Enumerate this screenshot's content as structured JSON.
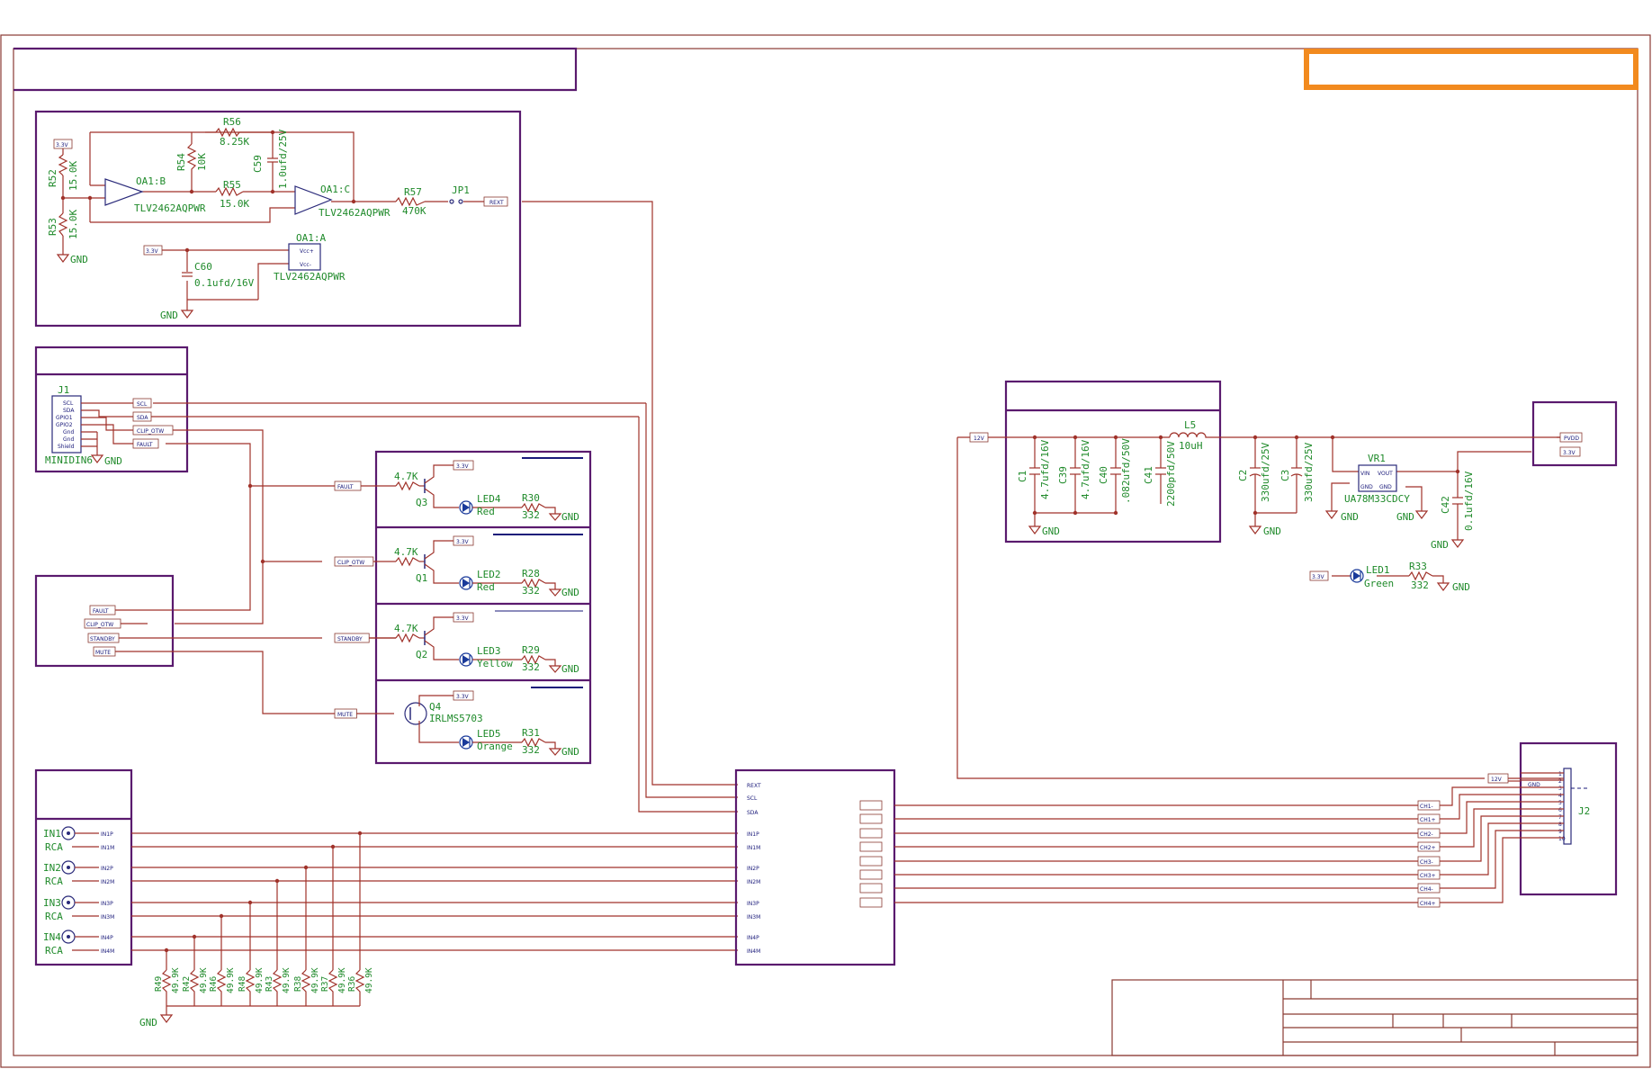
{
  "colors": {
    "wire": "#a0322a",
    "block": "#5a1a6e",
    "title_box": "#f28a1e",
    "label": "#1f8a2a",
    "net": "#1a1a7a"
  },
  "opamp": {
    "r56": {
      "ref": "R56",
      "val": "8.25K"
    },
    "r54": {
      "ref": "R54",
      "val": "10K"
    },
    "c59": {
      "ref": "C59",
      "val": "1.0ufd/25V"
    },
    "r52": {
      "ref": "R52",
      "val": "15.0K"
    },
    "r53": {
      "ref": "R53",
      "val": "15.0K"
    },
    "r55": {
      "ref": "R55",
      "val": "15.0K"
    },
    "oa1b": {
      "ref": "OA1:B",
      "part": "TLV2462AQPWR"
    },
    "oa1c": {
      "ref": "OA1:C",
      "part": "TLV2462AQPWR"
    },
    "oa1a": {
      "ref": "OA1:A",
      "part": "TLV2462AQPWR",
      "vccp": "Vcc+",
      "vccm": "Vcc-"
    },
    "r57": {
      "ref": "R57",
      "val": "470K"
    },
    "jp1": {
      "ref": "JP1"
    },
    "c60": {
      "ref": "C60",
      "val": "0.1ufd/16V"
    },
    "rext": "REXT",
    "v33": "3.3V",
    "gnd": "GND"
  },
  "j1": {
    "ref": "J1",
    "part": "MINIDIN6",
    "pins": [
      "SCL",
      "SDA",
      "GPIO1",
      "GPIO2",
      "Gnd",
      "Gnd",
      "Shield"
    ],
    "nets": [
      "SCL",
      "SDA",
      "CLIP_OTW",
      "FAULT"
    ]
  },
  "ctrl": {
    "nets": [
      "FAULT",
      "CLIP_OTW",
      "STANDBY",
      "MUTE"
    ]
  },
  "leds": [
    {
      "net": "FAULT",
      "r": "4.7K",
      "q": "Q3",
      "led": "LED4",
      "color": "Red",
      "rr": "R30",
      "rv": "332"
    },
    {
      "net": "CLIP_OTW",
      "r": "4.7K",
      "q": "Q1",
      "led": "LED2",
      "color": "Red",
      "rr": "R28",
      "rv": "332"
    },
    {
      "net": "STANDBY",
      "r": "4.7K",
      "q": "Q2",
      "led": "LED3",
      "color": "Yellow",
      "rr": "R29",
      "rv": "332"
    },
    {
      "net": "MUTE",
      "q": "Q4",
      "qpart": "IRLMS5703",
      "led": "LED5",
      "color": "Orange",
      "rr": "R31",
      "rv": "332"
    }
  ],
  "inputs": [
    {
      "ref": "IN1",
      "type": "RCA",
      "p": "IN1P",
      "m": "IN1M"
    },
    {
      "ref": "IN2",
      "type": "RCA",
      "p": "IN2P",
      "m": "IN2M"
    },
    {
      "ref": "IN3",
      "type": "RCA",
      "p": "IN3P",
      "m": "IN3M"
    },
    {
      "ref": "IN4",
      "type": "RCA",
      "p": "IN4P",
      "m": "IN4M"
    }
  ],
  "bias_resistors": [
    {
      "ref": "R49",
      "val": "49.9K"
    },
    {
      "ref": "R42",
      "val": "49.9K"
    },
    {
      "ref": "R46",
      "val": "49.9K"
    },
    {
      "ref": "R48",
      "val": "49.9K"
    },
    {
      "ref": "R43",
      "val": "49.9K"
    },
    {
      "ref": "R38",
      "val": "49.9K"
    },
    {
      "ref": "R37",
      "val": "49.9K"
    },
    {
      "ref": "R36",
      "val": "49.9K"
    }
  ],
  "amp_block": {
    "left": [
      "REXT",
      "SCL",
      "SDA",
      "IN1P",
      "IN1M",
      "IN2P",
      "IN2M",
      "IN3P",
      "IN3M",
      "IN4P",
      "IN4M"
    ],
    "right": [
      "CH1-",
      "CH1+",
      "CH2-",
      "CH2+",
      "CH3-",
      "CH3+",
      "CH4-",
      "CH4+"
    ]
  },
  "j2": {
    "ref": "J2",
    "nets": [
      "12V",
      "GND",
      "CH1-",
      "CH1+",
      "CH2-",
      "CH2+",
      "CH3-",
      "CH3+",
      "CH4-",
      "CH4+"
    ],
    "pins": [
      "1",
      "2",
      "3",
      "4",
      "5",
      "6",
      "7",
      "8",
      "9",
      "10"
    ]
  },
  "power": {
    "v12": "12V",
    "pvdd": "PVDD",
    "v33": "3.3V",
    "l5": {
      "ref": "L5",
      "val": "10uH"
    },
    "c1": {
      "ref": "C1",
      "val": "4.7ufd/16V"
    },
    "c39": {
      "ref": "C39",
      "val": "4.7ufd/16V"
    },
    "c40": {
      "ref": "C40",
      "val": ".082ufd/50V"
    },
    "c41": {
      "ref": "C41",
      "val": "2200pfd/50V"
    },
    "c2": {
      "ref": "C2",
      "val": "330ufd/25V"
    },
    "c3": {
      "ref": "C3",
      "val": "330ufd/25V"
    },
    "vr1": {
      "ref": "VR1",
      "part": "UA78M33CDCY",
      "vin": "VIN",
      "vout": "VOUT",
      "gnd": "GND"
    },
    "c42": {
      "ref": "C42",
      "val": "0.1ufd/16V"
    },
    "led1": {
      "ref": "LED1",
      "color": "Green"
    },
    "r33": {
      "ref": "R33",
      "val": "332"
    }
  }
}
